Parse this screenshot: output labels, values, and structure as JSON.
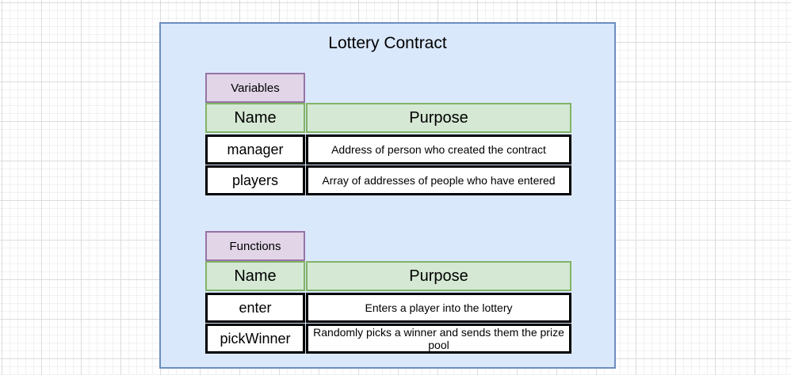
{
  "diagram": {
    "title": "Lottery Contract",
    "colors": {
      "container_fill": "#dae8fc",
      "container_border": "#6c8ebf",
      "tab_fill": "#e1d5e7",
      "tab_border": "#9673a6",
      "header_fill": "#d5e8d4",
      "header_border": "#82b366",
      "row_fill": "#ffffff",
      "row_border": "#000000"
    },
    "tables": [
      {
        "tab": "Variables",
        "columns": [
          "Name",
          "Purpose"
        ],
        "rows": [
          {
            "name": "manager",
            "purpose": "Address of person who created the contract"
          },
          {
            "name": "players",
            "purpose": "Array of addresses of people who have entered"
          }
        ]
      },
      {
        "tab": "Functions",
        "columns": [
          "Name",
          "Purpose"
        ],
        "rows": [
          {
            "name": "enter",
            "purpose": "Enters a player into the lottery"
          },
          {
            "name": "pickWinner",
            "purpose": "Randomly picks a winner and sends them the prize pool"
          }
        ]
      }
    ]
  }
}
